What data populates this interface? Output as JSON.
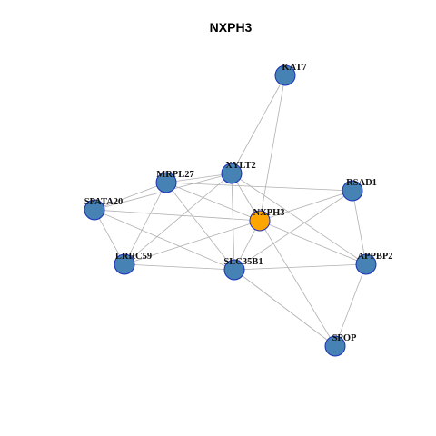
{
  "title": "NXPH3",
  "colors": {
    "node_default": "#4682b4",
    "node_focus": "#ffa500",
    "node_border": "#1a2fb8",
    "edge": "#b0b0b0",
    "background": "#ffffff"
  },
  "nodes": [
    {
      "id": "KAT7",
      "label": "KAT7",
      "focus": false
    },
    {
      "id": "XYLT2",
      "label": "XYLT2",
      "focus": false
    },
    {
      "id": "MRPL27",
      "label": "MRPL27",
      "focus": false
    },
    {
      "id": "RSAD1",
      "label": "RSAD1",
      "focus": false
    },
    {
      "id": "SPATA20",
      "label": "SPATA20",
      "focus": false
    },
    {
      "id": "NXPH3",
      "label": "NXPH3",
      "focus": true
    },
    {
      "id": "LRRC59",
      "label": "LRRC59",
      "focus": false
    },
    {
      "id": "SLC35B1",
      "label": "SLC35B1",
      "focus": false
    },
    {
      "id": "APPBP2",
      "label": "APPBP2",
      "focus": false
    },
    {
      "id": "SPOP",
      "label": "SPOP",
      "focus": false
    }
  ],
  "edges": [
    [
      "KAT7",
      "XYLT2"
    ],
    [
      "KAT7",
      "NXPH3"
    ],
    [
      "XYLT2",
      "MRPL27"
    ],
    [
      "XYLT2",
      "SPATA20"
    ],
    [
      "XYLT2",
      "NXPH3"
    ],
    [
      "XYLT2",
      "SLC35B1"
    ],
    [
      "XYLT2",
      "LRRC59"
    ],
    [
      "XYLT2",
      "APPBP2"
    ],
    [
      "MRPL27",
      "SPATA20"
    ],
    [
      "MRPL27",
      "LRRC59"
    ],
    [
      "MRPL27",
      "SLC35B1"
    ],
    [
      "MRPL27",
      "RSAD1"
    ],
    [
      "MRPL27",
      "NXPH3"
    ],
    [
      "SPATA20",
      "NXPH3"
    ],
    [
      "SPATA20",
      "LRRC59"
    ],
    [
      "SPATA20",
      "SLC35B1"
    ],
    [
      "NXPH3",
      "LRRC59"
    ],
    [
      "NXPH3",
      "SLC35B1"
    ],
    [
      "NXPH3",
      "APPBP2"
    ],
    [
      "NXPH3",
      "RSAD1"
    ],
    [
      "NXPH3",
      "SPOP"
    ],
    [
      "RSAD1",
      "APPBP2"
    ],
    [
      "RSAD1",
      "SLC35B1"
    ],
    [
      "LRRC59",
      "SLC35B1"
    ],
    [
      "SLC35B1",
      "APPBP2"
    ],
    [
      "SLC35B1",
      "SPOP"
    ],
    [
      "APPBP2",
      "SPOP"
    ]
  ]
}
